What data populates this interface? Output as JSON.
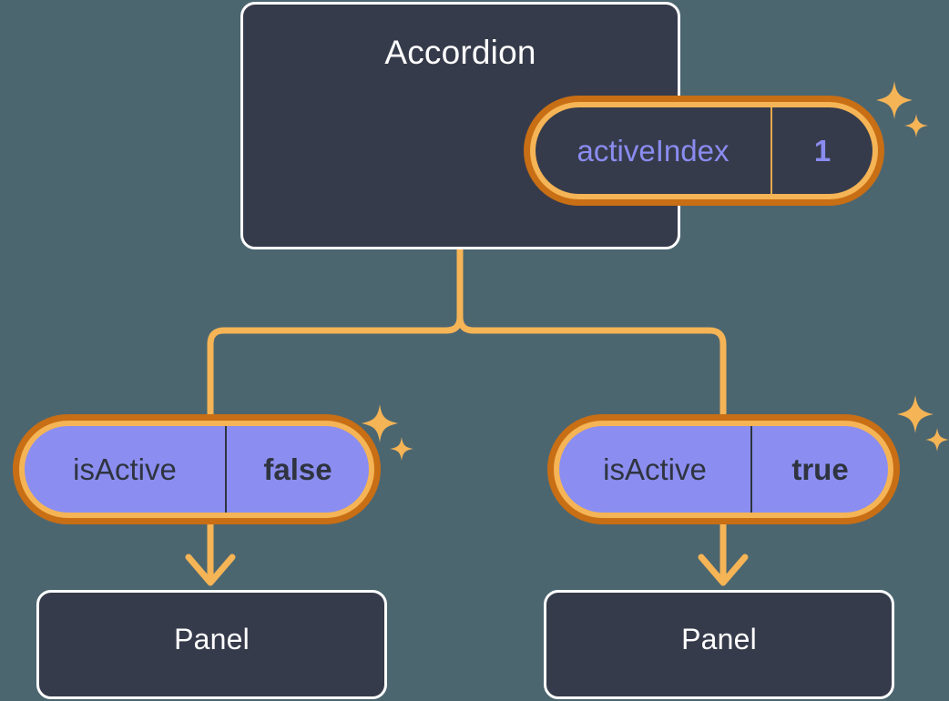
{
  "theme": {
    "background": "#4c6670",
    "card_fill": "#363b4b",
    "card_border": "#ffffff",
    "ring_outer": "#c86e14",
    "ring_inner": "#f5b455",
    "wire": "#f5b455",
    "pill_purple_fill": "#8b8ef0",
    "accent_text": "#8a8cf0",
    "dark_text": "#2f3440",
    "title_text": "#ffffff"
  },
  "diagram": {
    "type": "component-state-tree",
    "root": {
      "title": "Accordion",
      "state": {
        "key": "activeIndex",
        "value": "1"
      }
    },
    "children": [
      {
        "prop": {
          "key": "isActive",
          "value": "false"
        },
        "component": {
          "title": "Panel"
        }
      },
      {
        "prop": {
          "key": "isActive",
          "value": "true"
        },
        "component": {
          "title": "Panel"
        }
      }
    ],
    "icons": {
      "sparkle_large": "sparkle-four-point-icon",
      "sparkle_small": "sparkle-four-point-small-icon",
      "arrow": "arrow-down-icon"
    }
  }
}
